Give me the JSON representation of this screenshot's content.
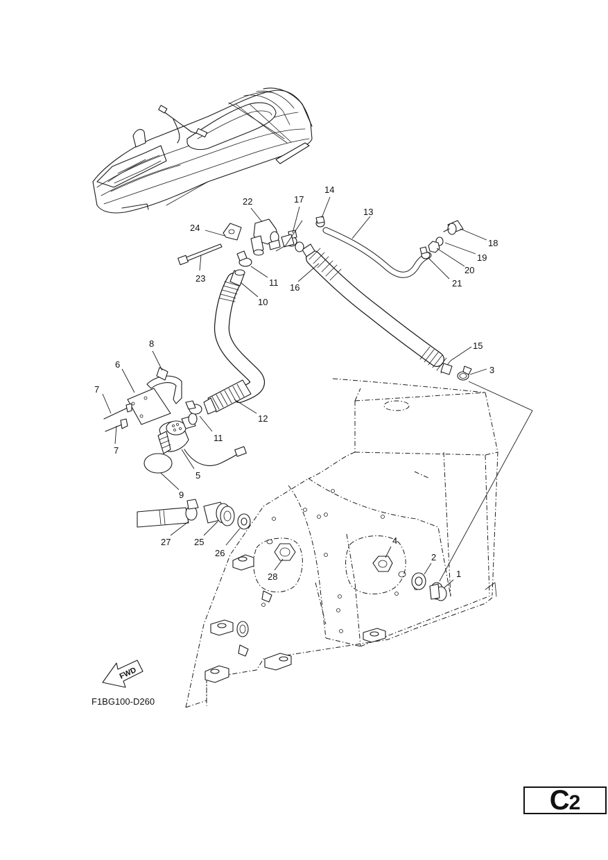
{
  "diagram": {
    "code": "F1BG100-D260",
    "fwd_label": "FWD",
    "parts": [
      {
        "no": "1"
      },
      {
        "no": "2"
      },
      {
        "no": "3"
      },
      {
        "no": "4"
      },
      {
        "no": "5"
      },
      {
        "no": "6"
      },
      {
        "no": "7"
      },
      {
        "no": "7"
      },
      {
        "no": "8"
      },
      {
        "no": "9"
      },
      {
        "no": "10"
      },
      {
        "no": "11"
      },
      {
        "no": "11"
      },
      {
        "no": "12"
      },
      {
        "no": "13"
      },
      {
        "no": "14"
      },
      {
        "no": "15"
      },
      {
        "no": "16"
      },
      {
        "no": "17"
      },
      {
        "no": "18"
      },
      {
        "no": "19"
      },
      {
        "no": "20"
      },
      {
        "no": "21"
      },
      {
        "no": "22"
      },
      {
        "no": "23"
      },
      {
        "no": "24"
      },
      {
        "no": "25"
      },
      {
        "no": "26"
      },
      {
        "no": "27"
      },
      {
        "no": "28"
      }
    ]
  },
  "page_tag": {
    "letter": "C",
    "number": "2"
  }
}
